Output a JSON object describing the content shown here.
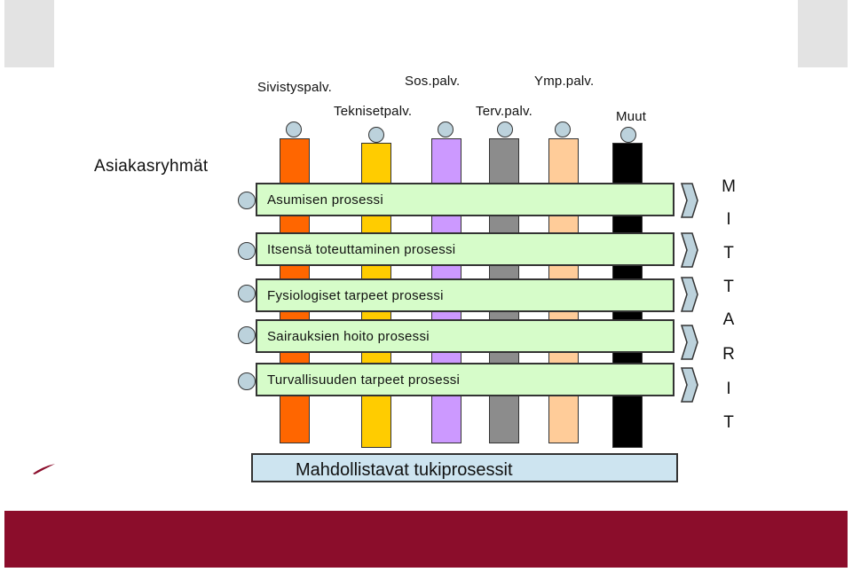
{
  "departments": [
    {
      "label": "Sivistyspalv.",
      "color": "#ff6600"
    },
    {
      "label": "Teknisetpalv.",
      "color": "#ffcc00"
    },
    {
      "label": "Sos.palv.",
      "color": "#cc99ff"
    },
    {
      "label": "Terv.palv.",
      "color": "#8c8c8c"
    },
    {
      "label": "Ymp.palv.",
      "color": "#ffcc99"
    },
    {
      "label": "Muut",
      "color": "#000000"
    }
  ],
  "customer_groups_label": "Asiakasryhmät",
  "processes": [
    {
      "label": "Asumisen prosessi"
    },
    {
      "label": "Itsensä toteuttaminen prosessi"
    },
    {
      "label": "Fysiologiset tarpeet prosessi"
    },
    {
      "label": "Sairauksien hoito prosessi"
    },
    {
      "label": "Turvallisuuden tarpeet prosessi"
    }
  ],
  "metrics_letters": [
    "M",
    "I",
    "T",
    "T",
    "A",
    "R",
    "I",
    "T"
  ],
  "support_processes_label": "Mahdollistavat tukiprosessit",
  "colors": {
    "process_fill": "#d6fcc9",
    "circle_fill": "#bcd2dc",
    "support_fill": "#cde4f0",
    "footer": "#8b0d2b"
  }
}
